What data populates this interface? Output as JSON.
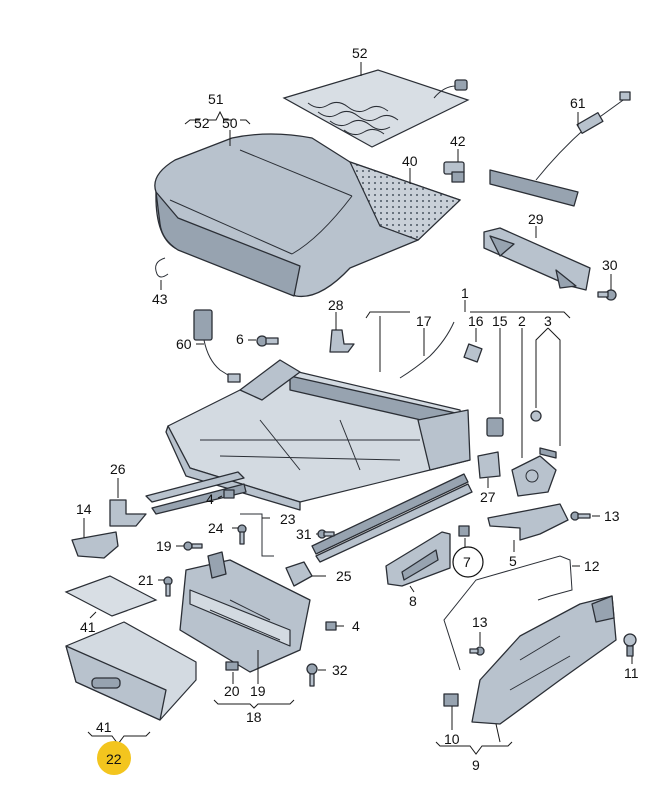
{
  "diagram": {
    "labels": {
      "p1": "1",
      "p2": "2",
      "p3": "3",
      "p4a": "4",
      "p4b": "4",
      "p5": "5",
      "p6": "6",
      "p7": "7",
      "p8": "8",
      "p9": "9",
      "p10": "10",
      "p11": "11",
      "p12": "12",
      "p13a": "13",
      "p13b": "13",
      "p14": "14",
      "p15": "15",
      "p16": "16",
      "p17": "17",
      "p18": "18",
      "p19a": "19",
      "p19b": "19",
      "p20": "20",
      "p21": "21",
      "p22": "22",
      "p23": "23",
      "p24": "24",
      "p25": "25",
      "p26": "26",
      "p27": "27",
      "p28": "28",
      "p29": "29",
      "p30": "30",
      "p31": "31",
      "p32": "32",
      "p40": "40",
      "p41a": "41",
      "p41b": "41",
      "p42": "42",
      "p43": "43",
      "p50": "50",
      "p51": "51",
      "p52a": "52",
      "p52b": "52",
      "p60": "60",
      "p61": "61"
    },
    "highlight_color": "#f3c51e",
    "highlighted_part": "22",
    "circled_part": "7"
  }
}
